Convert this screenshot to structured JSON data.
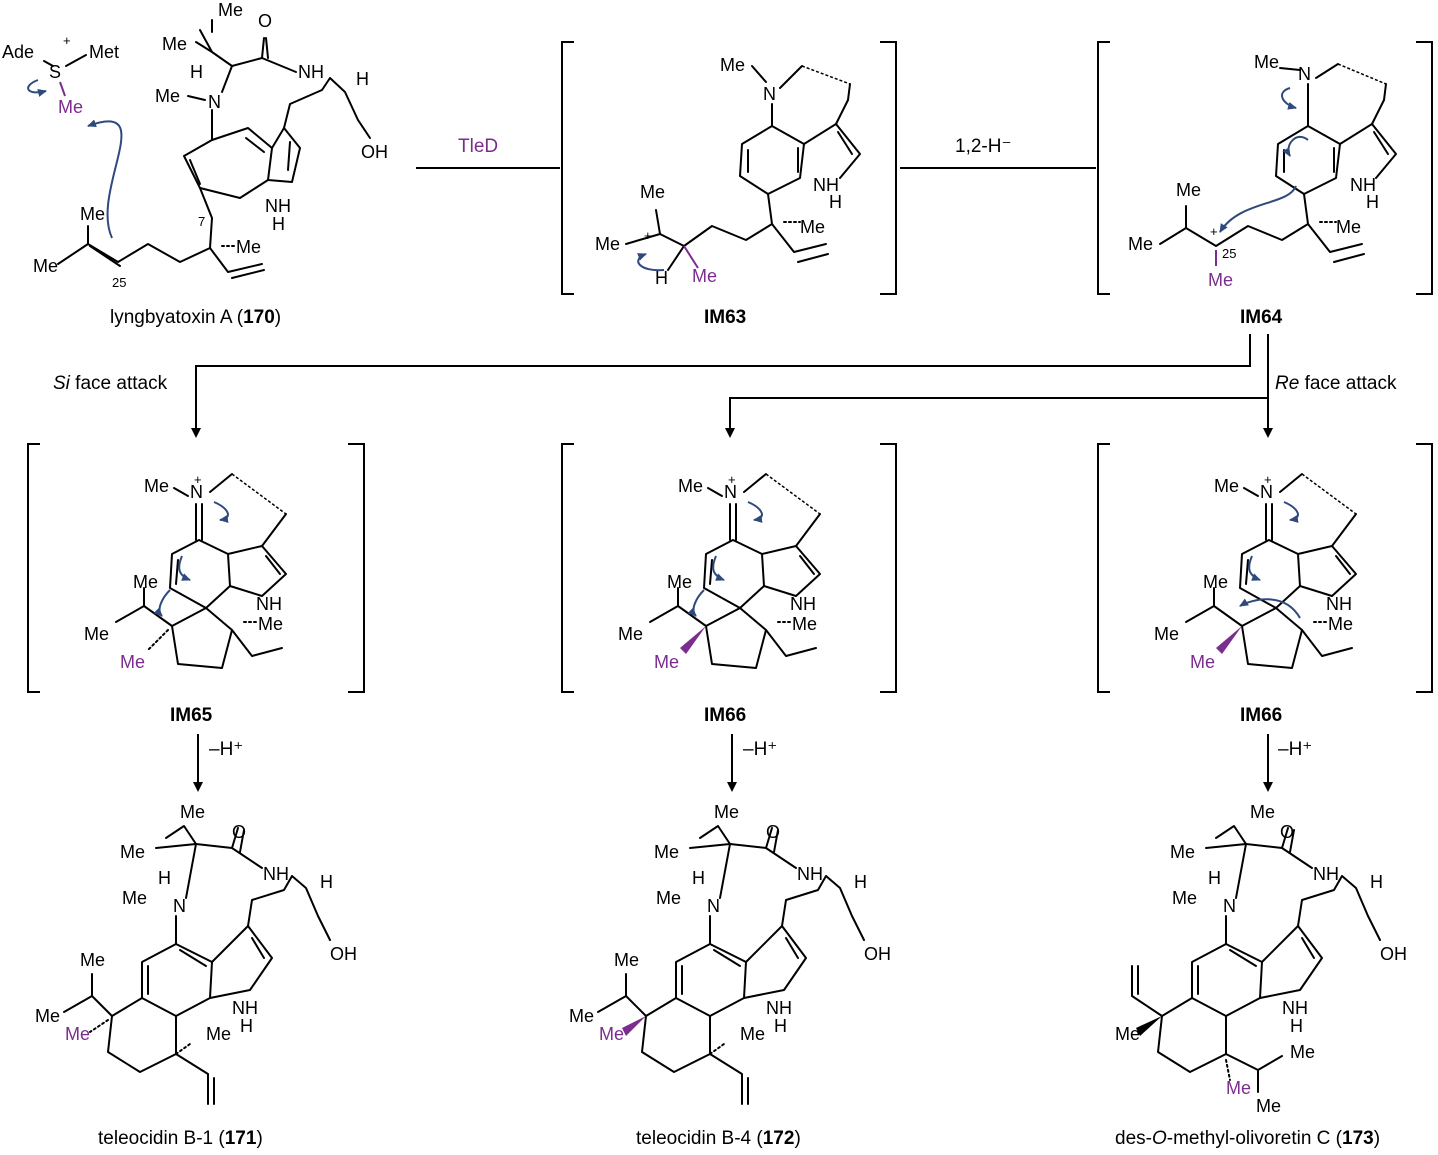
{
  "reagents": {
    "sam": {
      "ade": "Ade",
      "met": "Met",
      "s": "S",
      "plus": "+",
      "me": "Me"
    },
    "tled": "TleD",
    "hydride_shift": "1,2-H⁻",
    "si_face_prefix": "Si",
    "re_face_prefix": "Re",
    "face_attack": " face attack",
    "deprotonation": "–H⁺"
  },
  "compounds": {
    "c170": {
      "name": "lyngbyatoxin A (",
      "number": "170",
      "close": ")"
    },
    "im63": "IM63",
    "im64": "IM64",
    "im65": "IM65",
    "im66a": "IM66",
    "im66b": "IM66",
    "c171": {
      "name": "teleocidin B-1 (",
      "number": "171",
      "close": ")"
    },
    "c172": {
      "name": "teleocidin B-4 (",
      "number": "172",
      "close": ")"
    },
    "c173": {
      "prefix": "des-",
      "italic": "O",
      "name": "-methyl-olivoretin C (",
      "number": "173",
      "close": ")"
    }
  },
  "atoms": {
    "me": "Me",
    "n": "N",
    "h": "H",
    "nh": "NH",
    "oh": "OH",
    "o": "O",
    "plus": "+",
    "c7": "7",
    "c25": "25"
  },
  "colors": {
    "accent_purple": "#7B2D8E",
    "arrow_blue": "#2E4A7D",
    "ink": "#000000"
  }
}
